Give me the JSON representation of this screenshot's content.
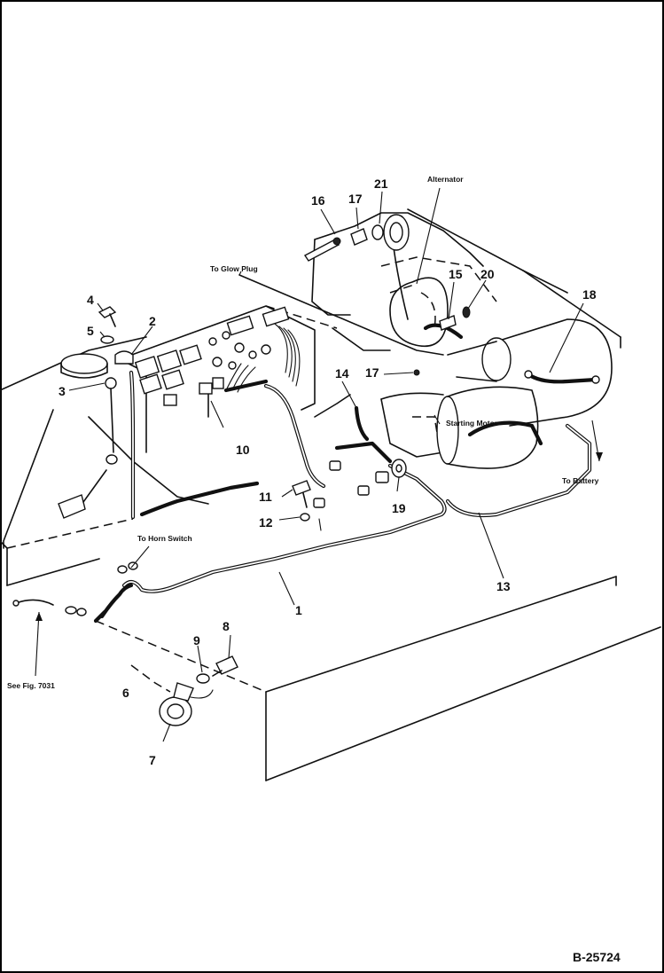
{
  "figure_code": "B-25724",
  "labels": {
    "alternator": "Alternator",
    "to_glow_plug": "To Glow Plug",
    "starting_motor": "Starting Motor",
    "to_battery": "To Battery",
    "to_horn_switch": "To Horn Switch",
    "see_fig": "See Fig. 7031"
  },
  "callouts": {
    "c1": "1",
    "c2": "2",
    "c3": "3",
    "c4": "4",
    "c5": "5",
    "c6": "6",
    "c7": "7",
    "c8": "8",
    "c9": "9",
    "c10": "10",
    "c11": "11",
    "c12": "12",
    "c13": "13",
    "c14": "14",
    "c15": "15",
    "c16": "16",
    "c17a": "17",
    "c17b": "17",
    "c18": "18",
    "c19": "19",
    "c20": "20",
    "c21": "21"
  }
}
